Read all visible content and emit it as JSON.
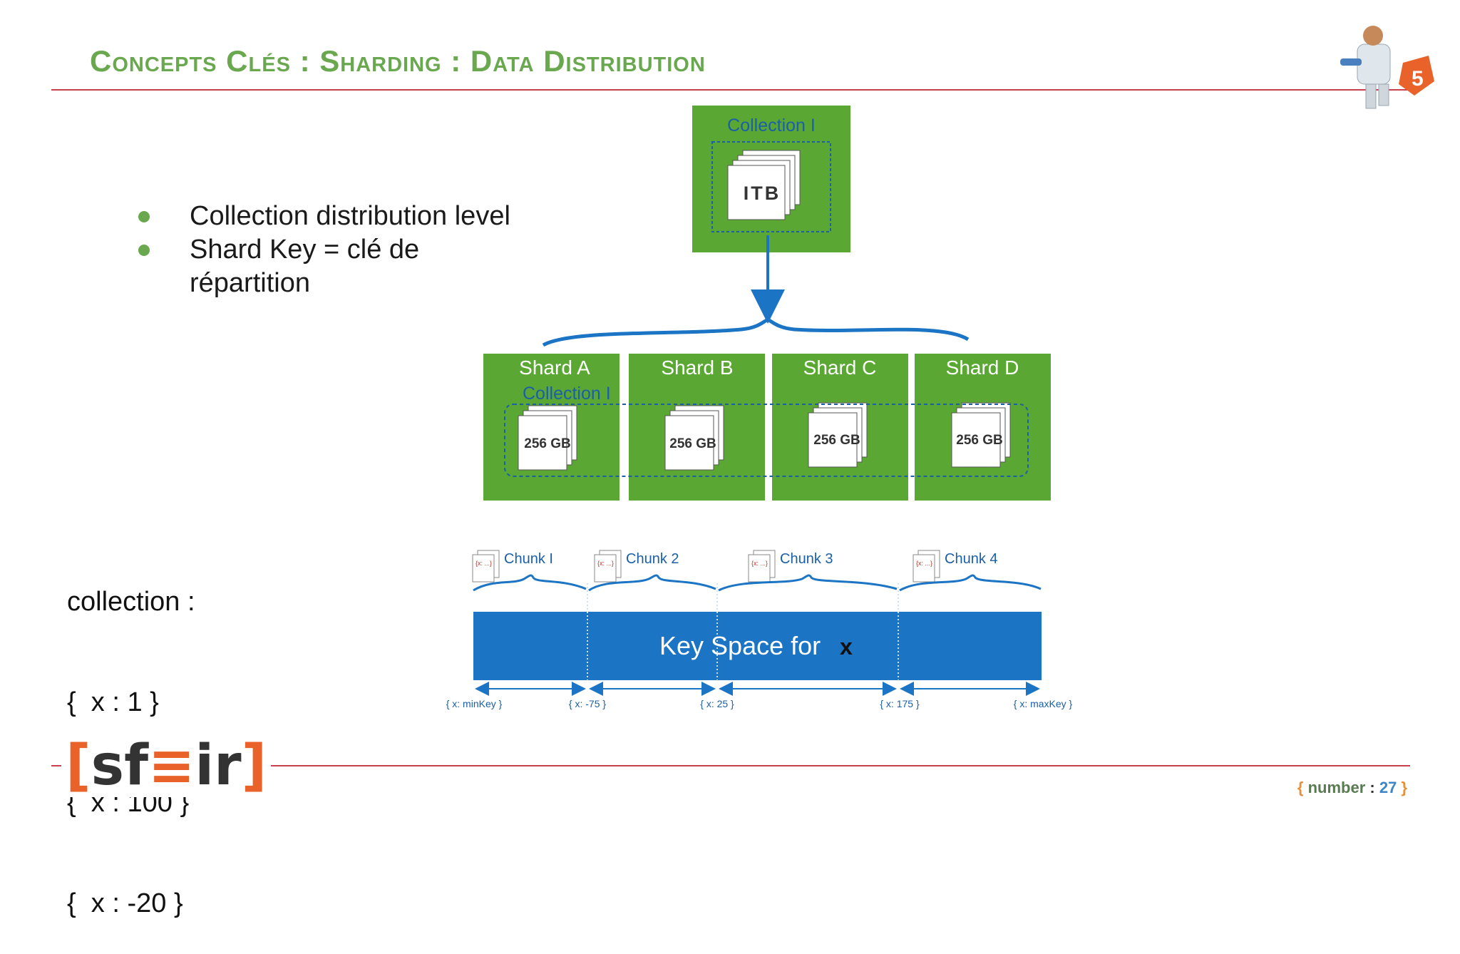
{
  "slide": {
    "title": "Concepts Clés : Sharding : Data Distribution",
    "bullets": [
      "Collection distribution level",
      "Shard Key = clé de répartition"
    ],
    "collection_lines": [
      "collection :",
      "{  x : 1 }",
      "{  x : 100 }",
      "{  x : -20 }"
    ],
    "logo": {
      "open": "[",
      "text1": "sf",
      "mid": "≡",
      "text2": "ir",
      "close": "]"
    },
    "page_number": {
      "open": "{",
      "label": "number",
      "sep": " : ",
      "value": "27",
      "close": "}"
    }
  },
  "diagram": {
    "top_collection_label": "Collection I",
    "top_size_label": "ITB",
    "shards": [
      {
        "name": "Shard A",
        "size": "256 GB"
      },
      {
        "name": "Shard B",
        "size": "256 GB"
      },
      {
        "name": "Shard C",
        "size": "256 GB"
      },
      {
        "name": "Shard D",
        "size": "256 GB"
      }
    ],
    "shard_collection_label": "Collection I",
    "chunks": [
      "Chunk I",
      "Chunk 2",
      "Chunk 3",
      "Chunk 4"
    ],
    "chunk_doc_label": "{x: ...}",
    "keyspace_label": "Key Space for",
    "keyspace_var": "x",
    "key_bounds": [
      "{ x: minKey }",
      "{ x: -75 }",
      "{ x: 25 }",
      "{ x: 175 }",
      "{ x: maxKey }"
    ],
    "colors": {
      "shard_green": "#5aa833",
      "blue": "#1b74c4",
      "title_green": "#6aa84f",
      "rule_red": "#c9404e"
    }
  }
}
